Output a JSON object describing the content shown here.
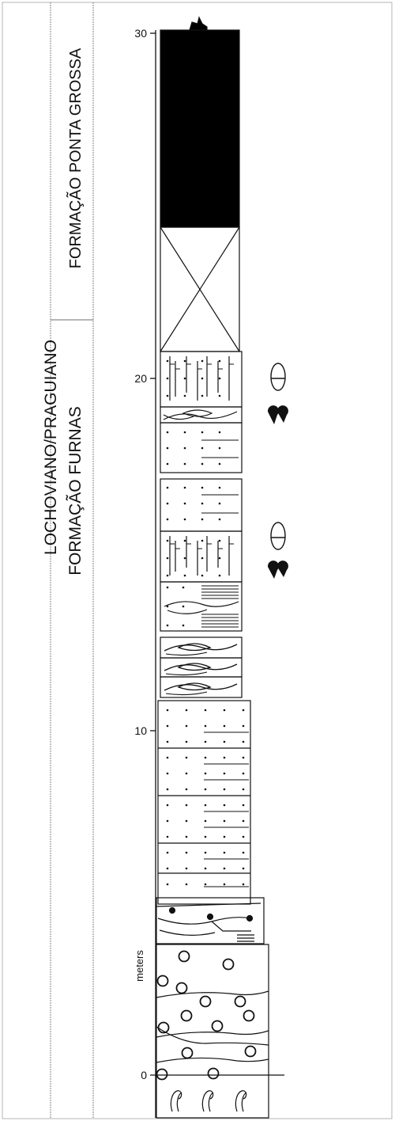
{
  "columns": {
    "age": "LOCHOVIANO/PRAGUIANO",
    "formation_upper": "FORMAÇÃO PONTA GROSSA",
    "formation_lower": "FORMAÇÃO FURNAS"
  },
  "scale": {
    "unit_label": "meters",
    "ticks": [
      "0",
      "10",
      "20",
      "30"
    ]
  },
  "colors": {
    "line": "#111111",
    "fill_black": "#000000",
    "column_rule": "#9a9a9a"
  },
  "lithology": [
    {
      "name": "conglomerate",
      "from_m": 0,
      "to_m": 2.4
    },
    {
      "name": "cross-bedded sandstone",
      "from_m": 2.4,
      "to_m": 4.0
    },
    {
      "name": "medium sandstone",
      "from_m": 4.0,
      "to_m": 8.8
    },
    {
      "name": "fine sandstone",
      "from_m": 8.8,
      "to_m": 10.8
    },
    {
      "name": "hummocky sandstone",
      "from_m": 10.8,
      "to_m": 12.6
    },
    {
      "name": "laminated sandstone",
      "from_m": 12.6,
      "to_m": 13.8
    },
    {
      "name": "bioturbated sandstone",
      "from_m": 13.8,
      "to_m": 15.2
    },
    {
      "name": "fine sandstone",
      "from_m": 15.2,
      "to_m": 18.8
    },
    {
      "name": "bioturbated sandstone",
      "from_m": 18.8,
      "to_m": 20.6
    },
    {
      "name": "covered interval",
      "from_m": 20.6,
      "to_m": 24.3
    },
    {
      "name": "shale",
      "from_m": 24.3,
      "to_m": 30
    }
  ]
}
